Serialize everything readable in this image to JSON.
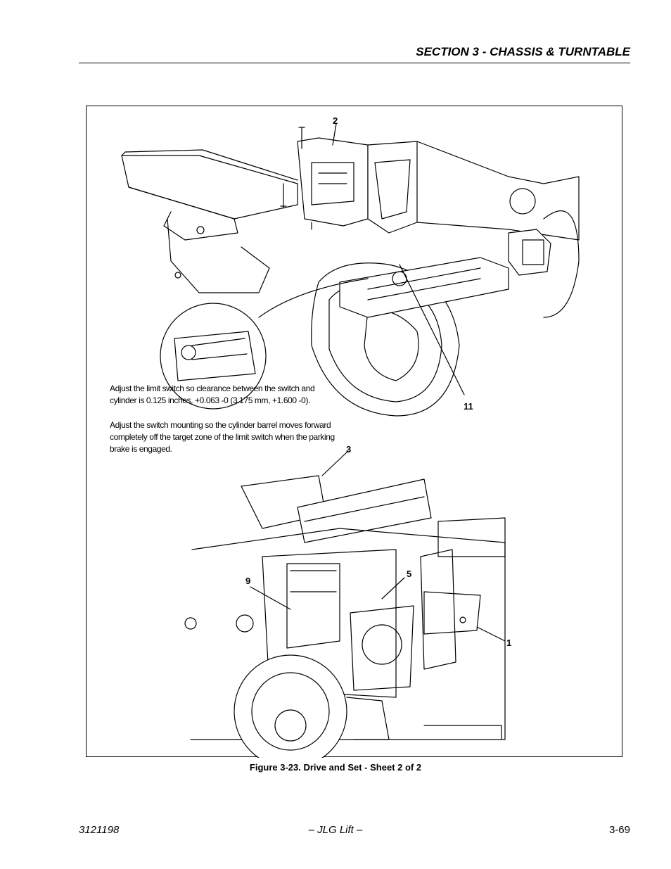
{
  "header": {
    "section_title": "SECTION 3 - CHASSIS & TURNTABLE"
  },
  "figure": {
    "callouts": {
      "c2": "2",
      "c11": "11",
      "c3": "3",
      "c9": "9",
      "c5": "5",
      "c1": "1"
    },
    "note_1": "Adjust the limit switch so clearance between the switch and cylinder is 0.125 inches, +0.063 -0 (3.175 mm, +1.600 -0).",
    "note_2": "Adjust the switch mounting so the cylinder barrel moves forward completely off the target zone of the limit switch when the parking brake is engaged.",
    "caption": "Figure 3-23.  Drive and Set - Sheet 2 of 2"
  },
  "footer": {
    "doc_number": "3121198",
    "publisher": "– JLG Lift –",
    "page_number": "3-69"
  }
}
